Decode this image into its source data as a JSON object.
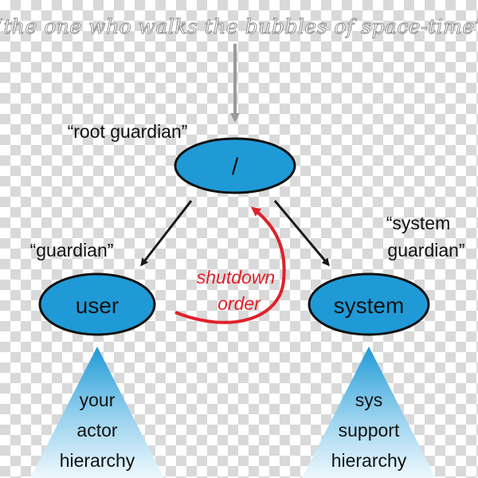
{
  "header_text": "“the one who walks the bubbles of space-time”",
  "labels": {
    "root_caption": "“root guardian”",
    "user_caption": "“guardian”",
    "system_caption_line1": "“system",
    "system_caption_line2": "guardian”"
  },
  "nodes": {
    "root": "/",
    "user": "user",
    "system": "system"
  },
  "annotation": {
    "line1": "shutdown",
    "line2": "order"
  },
  "triangles": {
    "user": [
      "your",
      "actor",
      "hierarchy"
    ],
    "system": [
      "sys",
      "support",
      "hierarchy"
    ]
  },
  "colors": {
    "node_fill": "#1f9ad6",
    "node_stroke": "#111111",
    "arrow": "#1a1a1a",
    "gray_arrow": "#9a9a9a",
    "shutdown": "#e0202a",
    "triangle_top": "#1f9ad6",
    "triangle_bottom": "#eaf6fc"
  }
}
